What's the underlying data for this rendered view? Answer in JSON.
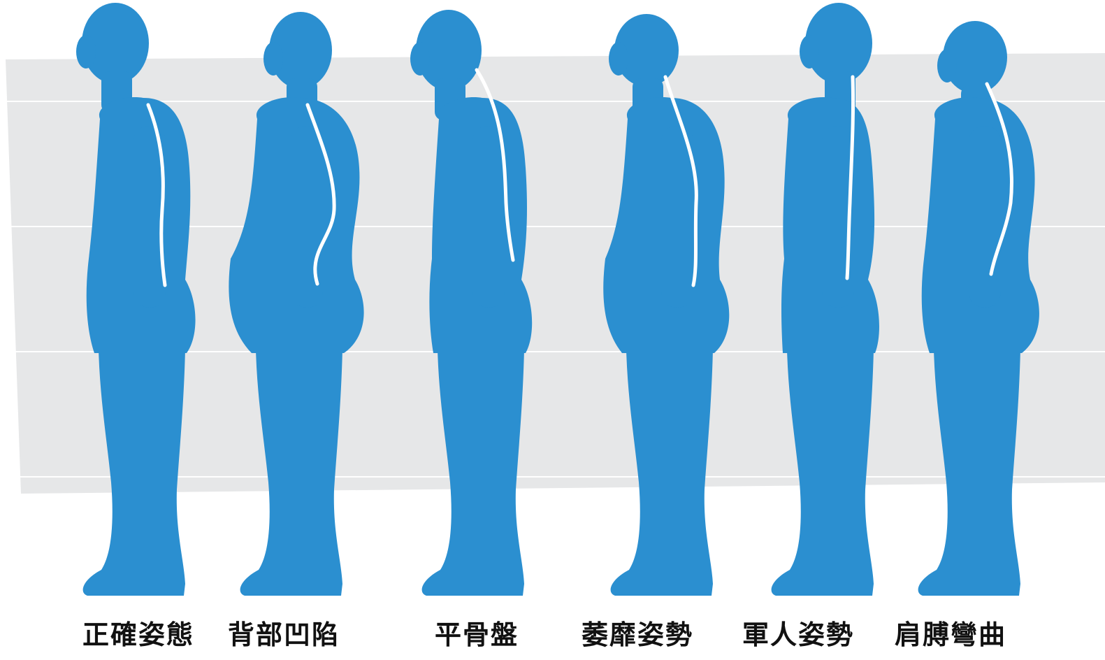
{
  "colors": {
    "figure": "#2b8fd0",
    "spine": "#ffffff",
    "panel": "#e6e7e8",
    "guide_line": "#ffffff",
    "label_text": "#111111"
  },
  "figures": [
    {
      "name": "figure-correct-posture",
      "label": "正確姿態",
      "posture": "correct"
    },
    {
      "name": "figure-sway-back",
      "label": "背部凹陷",
      "posture": "lordosis"
    },
    {
      "name": "figure-flat-pelvis",
      "label": "平骨盤",
      "posture": "flat-back"
    },
    {
      "name": "figure-slouched",
      "label": "萎靡姿勢",
      "posture": "slouched"
    },
    {
      "name": "figure-military",
      "label": "軍人姿勢",
      "posture": "military"
    },
    {
      "name": "figure-round-shoulders",
      "label": "肩膊彎曲",
      "posture": "kyphosis"
    }
  ]
}
